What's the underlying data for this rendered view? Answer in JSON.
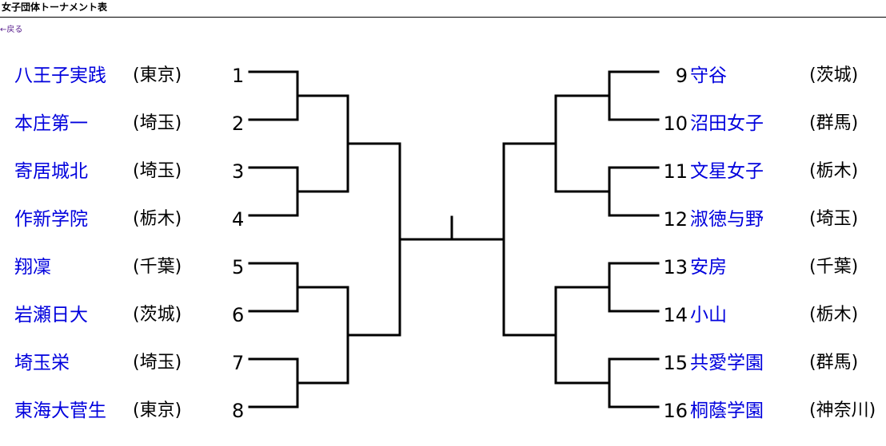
{
  "page": {
    "title": "女子団体トーナメント表",
    "back_link": "←戻る"
  },
  "left_teams": [
    {
      "seed": "1",
      "school": "八王子実践",
      "pref": "(東京)"
    },
    {
      "seed": "2",
      "school": "本庄第一",
      "pref": "(埼玉)"
    },
    {
      "seed": "3",
      "school": "寄居城北",
      "pref": "(埼玉)"
    },
    {
      "seed": "4",
      "school": "作新学院",
      "pref": "(栃木)"
    },
    {
      "seed": "5",
      "school": "翔凜",
      "pref": "(千葉)"
    },
    {
      "seed": "6",
      "school": "岩瀬日大",
      "pref": "(茨城)"
    },
    {
      "seed": "7",
      "school": "埼玉栄",
      "pref": "(埼玉)"
    },
    {
      "seed": "8",
      "school": "東海大菅生",
      "pref": "(東京)"
    }
  ],
  "right_teams": [
    {
      "seed": "9",
      "school": "守谷",
      "pref": "(茨城)"
    },
    {
      "seed": "10",
      "school": "沼田女子",
      "pref": "(群馬)"
    },
    {
      "seed": "11",
      "school": "文星女子",
      "pref": "(栃木)"
    },
    {
      "seed": "12",
      "school": "淑徳与野",
      "pref": "(埼玉)"
    },
    {
      "seed": "13",
      "school": "安房",
      "pref": "(千葉)"
    },
    {
      "seed": "14",
      "school": "小山",
      "pref": "(栃木)"
    },
    {
      "seed": "15",
      "school": "共愛学園",
      "pref": "(群馬)"
    },
    {
      "seed": "16",
      "school": "桐蔭学園",
      "pref": "(神奈川)"
    }
  ],
  "colors": {
    "school_link": "#0000dd",
    "visited_link": "#551a8b",
    "bracket_line": "#000000"
  }
}
